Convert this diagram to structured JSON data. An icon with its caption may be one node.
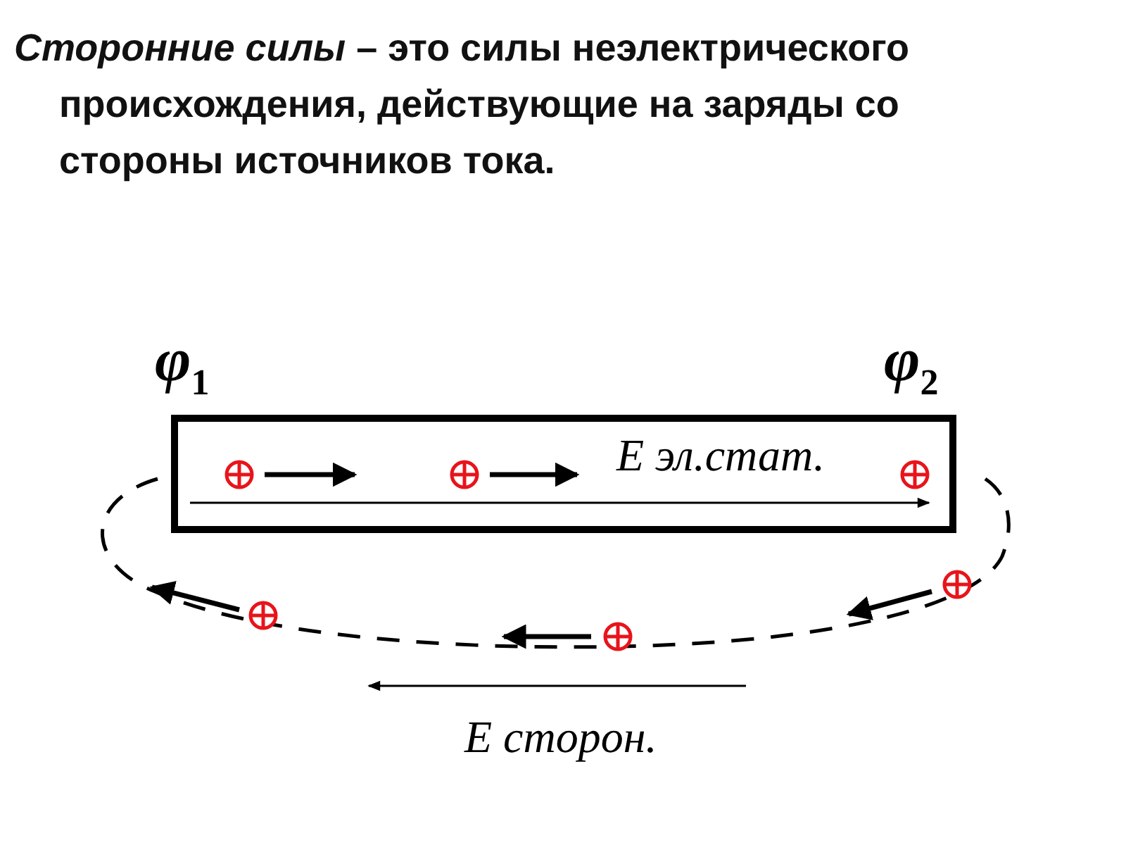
{
  "diagram": {
    "title": "*Сторонние силы* – это  силы неэлектрического происхождения, действующие на заряды со стороны источников тока.",
    "labels": [
      "φ$_{1}$",
      "φ$_{2}$",
      "E эл.стат.",
      "E сторон."
    ]
  }
}
